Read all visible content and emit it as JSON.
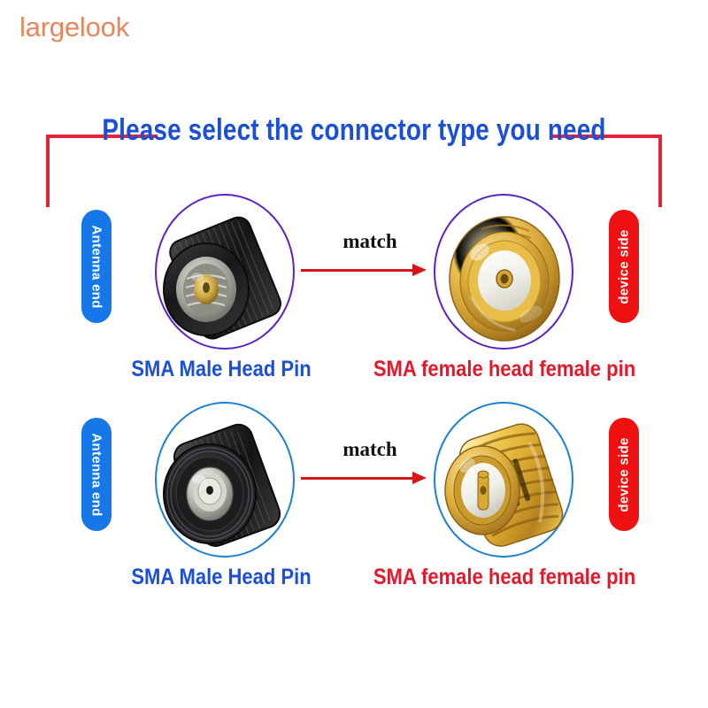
{
  "watermark": {
    "text": "largelook"
  },
  "header": {
    "title": "Please select the connector type you need",
    "title_color": "#1a4fd6",
    "bracket_color": "#e3243c"
  },
  "colors": {
    "antenna_pill": "#1678e8",
    "device_pill": "#ef1111",
    "ring_purple": "#5b21c8",
    "ring_blue": "#1b7fd4",
    "male_label": "#1a4fd6",
    "female_label": "#e3192b",
    "arrow": "#d61616",
    "watermark": "#e8865c"
  },
  "rows": [
    {
      "left_badge": "Antenna end",
      "right_badge": "device side",
      "match_label": "match",
      "left_caption": "SMA Male Head Pin",
      "right_caption": "SMA female head female pin",
      "left_connector_icon": "sma-male-connector-photo",
      "right_connector_icon": "sma-female-connector-photo",
      "ring_color": "#5b21c8"
    },
    {
      "left_badge": "Antenna end",
      "right_badge": "device side",
      "match_label": "match",
      "left_caption": "SMA Male Head Pin",
      "right_caption": "SMA female head female pin",
      "left_connector_icon": "sma-male-connector-pin-photo",
      "right_connector_icon": "sma-female-connector-threaded-photo",
      "ring_color": "#1b7fd4"
    }
  ]
}
